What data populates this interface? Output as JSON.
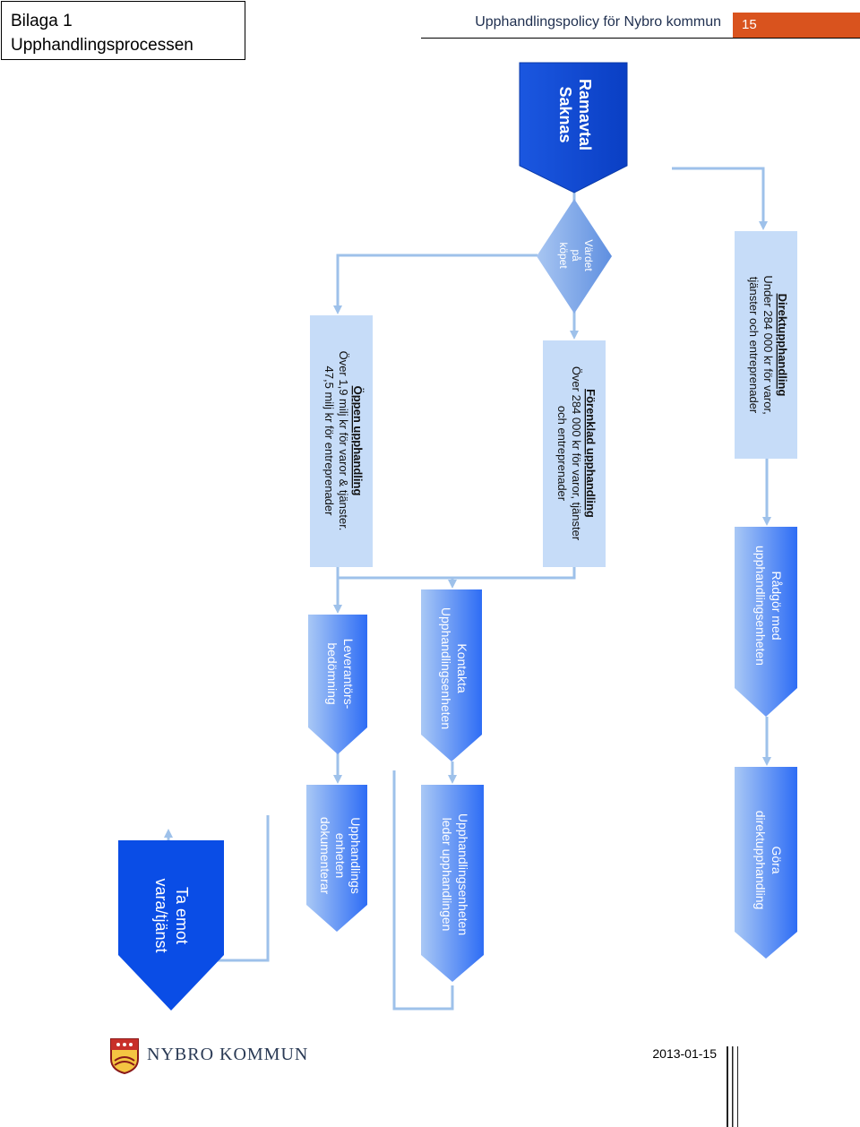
{
  "header": {
    "bilaga": "Bilaga 1",
    "section_title": "Upphandlingsprocessen",
    "doc_title": "Upphandlingspolicy för Nybro kommun",
    "page_number": "15"
  },
  "footer": {
    "brand": "NYBRO KOMMUN",
    "date": "2013-01-15"
  },
  "colors": {
    "arrow_fill": "#2e6df5",
    "start_fill": "#0b4ad9",
    "end_fill": "#0a4de6",
    "decision_fill": "#7aa6ea",
    "light_box": "#c6dcf8",
    "connector": "#9ec1ea"
  },
  "flow": {
    "start": {
      "line1": "Ramavtal",
      "line2": "Saknas"
    },
    "decision": {
      "line1": "Värdet",
      "line2": "på",
      "line3": "köpet"
    },
    "direkt": {
      "heading": "Direktupphandling",
      "line1": "Under 284 000 kr för varor,",
      "line2": "tjänster och entreprenader"
    },
    "forenklad": {
      "heading": "Förenklad upphandling",
      "line1": "Över 284 000 kr för varor, tjänster",
      "line2": "och entreprenader"
    },
    "oppen": {
      "heading": "Öppen upphandling",
      "line1": "Över 1,9 milj kr för varor & tjänster.",
      "line2": "47,5 milj kr för entreprenader"
    },
    "radgor": {
      "line1": "Rådgör med",
      "line2": "upphandlingsenheten"
    },
    "gora": {
      "line1": "Göra",
      "line2": "direktupphandling"
    },
    "kontakta": {
      "line1": "Kontakta",
      "line2": "Upphandlingsenheten"
    },
    "leder": {
      "line1": "Upphandlingsenheten",
      "line2": "leder upphandlingen"
    },
    "leverantor": {
      "line1": "Leverantörs-",
      "line2": "bedömning"
    },
    "dokumenterar": {
      "line1": "Upphandlings",
      "line2": "enheten",
      "line3": "dokumenterar"
    },
    "end": {
      "line1": "Ta emot",
      "line2": "vara/tjänst"
    }
  }
}
